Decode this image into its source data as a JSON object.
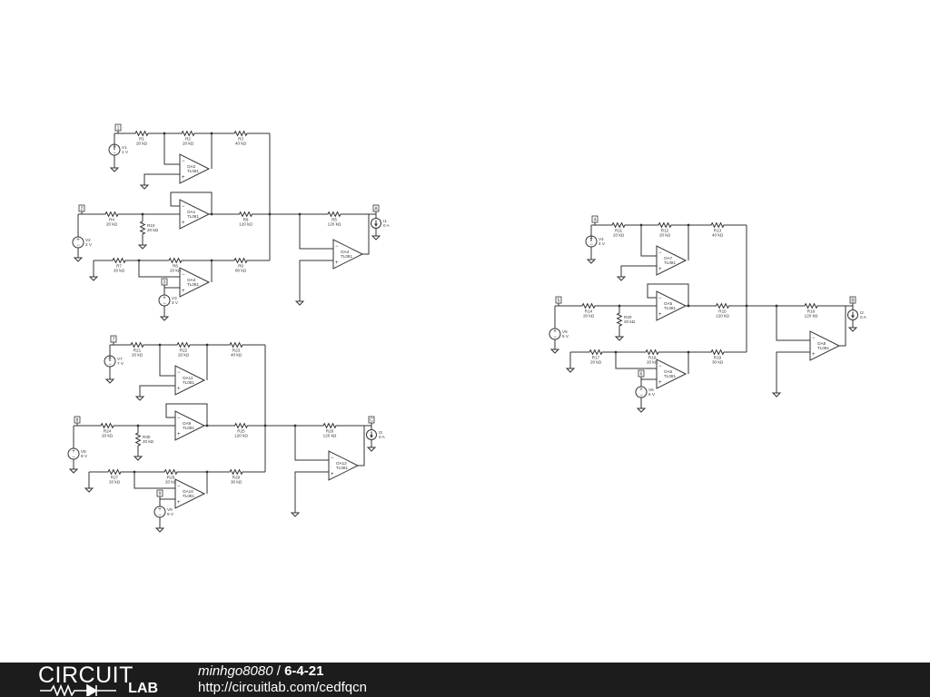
{
  "footer": {
    "logo_top": "CIRCUIT",
    "logo_bottom": "LAB",
    "author": "minhgo8080",
    "separator": " / ",
    "title": "6-4-21",
    "url": "http://circuitlab.com/cedfqcn"
  },
  "opamp_model": "TL081",
  "circuits": [
    {
      "nodes": [
        "1",
        "2",
        "3",
        "A"
      ],
      "resistors": [
        {
          "name": "R1",
          "value": "20 kΩ"
        },
        {
          "name": "R2",
          "value": "20 kΩ"
        },
        {
          "name": "R3",
          "value": "40 kΩ"
        },
        {
          "name": "R4",
          "value": "20 kΩ"
        },
        {
          "name": "R10",
          "value": "20 kΩ"
        },
        {
          "name": "R8",
          "value": "120 kΩ"
        },
        {
          "name": "R5",
          "value": "120 kΩ"
        },
        {
          "name": "R7",
          "value": "20 kΩ"
        },
        {
          "name": "R6",
          "value": "20 kΩ"
        },
        {
          "name": "R9",
          "value": "80 kΩ"
        }
      ],
      "sources": [
        {
          "name": "V1",
          "value": "1 V"
        },
        {
          "name": "V2",
          "value": "2 V"
        },
        {
          "name": "V3",
          "value": "3 V"
        }
      ],
      "meter": {
        "name": "I1",
        "value": "0 A"
      },
      "opamps": [
        "OA2",
        "OA1",
        "OA3",
        "OA4"
      ]
    },
    {
      "nodes": [
        "7",
        "8",
        "9",
        "C"
      ],
      "resistors": [
        {
          "name": "R21",
          "value": "20 kΩ"
        },
        {
          "name": "R22",
          "value": "20 kΩ"
        },
        {
          "name": "R23",
          "value": "40 kΩ"
        },
        {
          "name": "R24",
          "value": "20 kΩ"
        },
        {
          "name": "R30",
          "value": "20 kΩ"
        },
        {
          "name": "R25",
          "value": "120 kΩ"
        },
        {
          "name": "R26",
          "value": "120 kΩ"
        },
        {
          "name": "R27",
          "value": "20 kΩ"
        },
        {
          "name": "R28",
          "value": "20 kΩ"
        },
        {
          "name": "R29",
          "value": "30 kΩ"
        }
      ],
      "sources": [
        {
          "name": "V7",
          "value": "7 V"
        },
        {
          "name": "V8",
          "value": "8 V"
        },
        {
          "name": "V9",
          "value": "9 V"
        }
      ],
      "meter": {
        "name": "I3",
        "value": "0 A"
      },
      "opamps": [
        "OA11",
        "OA9",
        "OA10",
        "OA12"
      ]
    },
    {
      "nodes": [
        "4",
        "5",
        "6",
        "B"
      ],
      "resistors": [
        {
          "name": "R11",
          "value": "20 kΩ"
        },
        {
          "name": "R12",
          "value": "20 kΩ"
        },
        {
          "name": "R13",
          "value": "40 kΩ"
        },
        {
          "name": "R14",
          "value": "20 kΩ"
        },
        {
          "name": "R20",
          "value": "20 kΩ"
        },
        {
          "name": "R15",
          "value": "120 kΩ"
        },
        {
          "name": "R16",
          "value": "120 kΩ"
        },
        {
          "name": "R17",
          "value": "20 kΩ"
        },
        {
          "name": "R18",
          "value": "20 kΩ"
        },
        {
          "name": "R19",
          "value": "30 kΩ"
        }
      ],
      "sources": [
        {
          "name": "V4",
          "value": "4 V"
        },
        {
          "name": "V5",
          "value": "5 V"
        },
        {
          "name": "V6",
          "value": "6 V"
        }
      ],
      "meter": {
        "name": "I2",
        "value": "0 A"
      },
      "opamps": [
        "OA7",
        "OA5",
        "OA6",
        "OA8"
      ]
    }
  ]
}
